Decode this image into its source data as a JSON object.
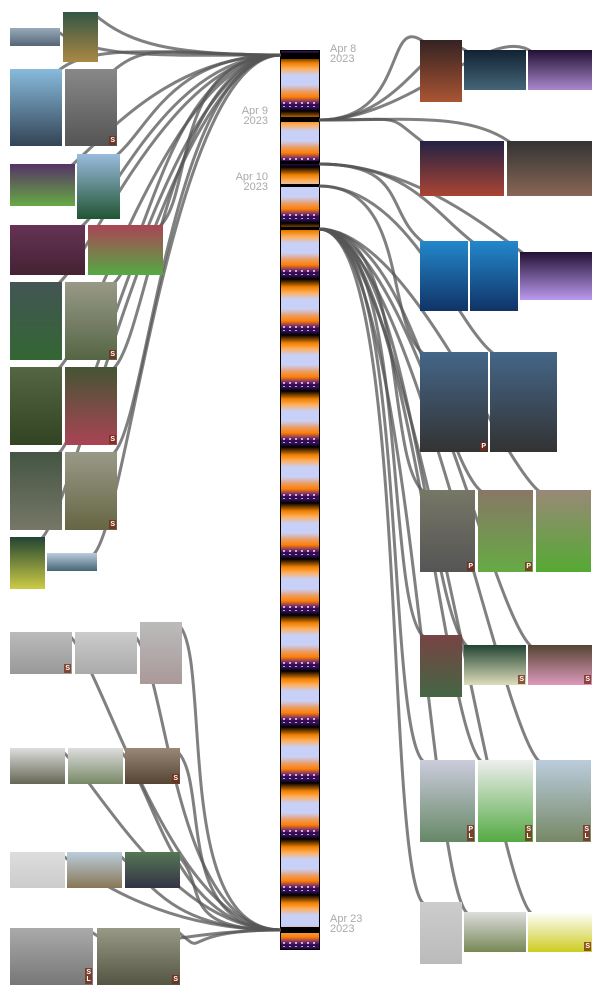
{
  "timeline": {
    "dates": [
      {
        "day": "Apr  8",
        "year": "2023"
      },
      {
        "day": "Apr  9",
        "year": "2023"
      },
      {
        "day": "Apr 10",
        "year": "2023"
      },
      {
        "day": "Apr 23",
        "year": "2023"
      }
    ]
  },
  "photo_badges": [
    "",
    "",
    "",
    "S",
    "",
    "",
    "",
    "",
    "",
    "S",
    "",
    "S",
    "",
    "S",
    "",
    "",
    "S",
    "",
    "",
    "",
    "",
    "S",
    "",
    "",
    "",
    "S\nL",
    "S",
    "",
    "",
    "",
    "",
    "",
    "",
    "",
    "",
    "P",
    "",
    "P",
    "P",
    "",
    "",
    "S",
    "S",
    "P\nL",
    "S\nL",
    "S\nL",
    "",
    "",
    "S"
  ],
  "colors": {
    "curve": "#555555",
    "day": "#c8d0f8",
    "dusk": "#ff8000",
    "night": "#2a0a50"
  }
}
